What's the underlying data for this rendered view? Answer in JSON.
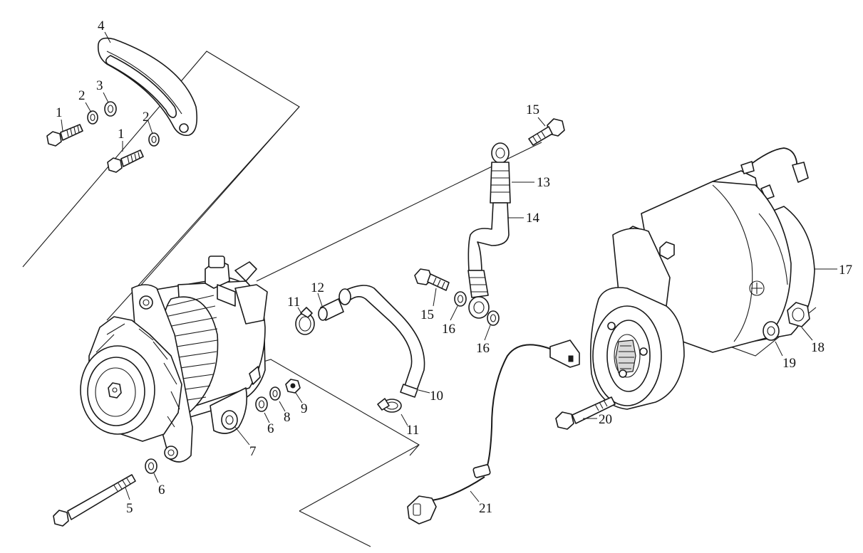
{
  "diagram": {
    "callouts": [
      "1",
      "2",
      "3",
      "4",
      "2",
      "1",
      "15",
      "13",
      "14",
      "15",
      "16",
      "16",
      "17",
      "11",
      "12",
      "10",
      "11",
      "6",
      "8",
      "9",
      "7",
      "5",
      "6",
      "19",
      "18",
      "20",
      "21"
    ]
  }
}
